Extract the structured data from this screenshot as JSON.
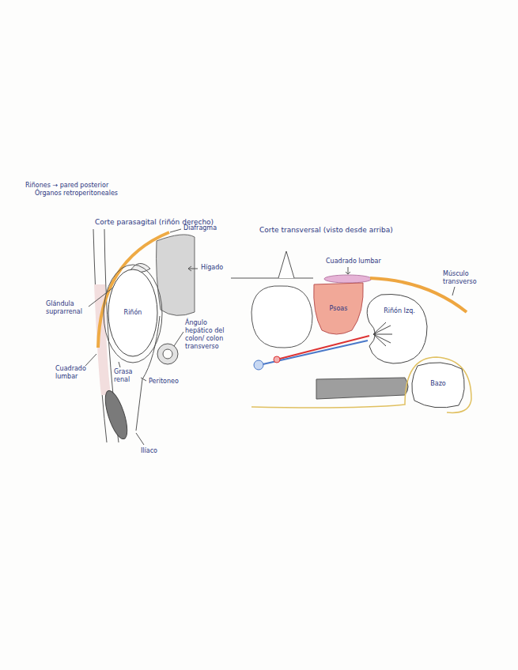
{
  "diagram": {
    "nodes": [
      {
        "text": [
          "Riñón"
        ]
      },
      {
        "text": [
          "Psoas"
        ]
      },
      {
        "text": [
          "Riñón Izq."
        ]
      },
      {
        "text": [
          "Bazo"
        ]
      }
    ],
    "labels": [
      "Riñones → pared posterior",
      "Órganos retroperitoneales",
      "Corte parasagital (riñón derecho)",
      "Diafragma",
      "Hígado",
      "Glándula suprarrenal",
      "Ángulo hepático del colon/ colon transverso",
      "Cuadrado lumbar",
      "Grasa renal",
      "Peritoneo",
      "Ilíaco",
      "Corte transversal (visto desde arriba)",
      "Cuadrado lumbar",
      "Músculo transverso"
    ]
  }
}
